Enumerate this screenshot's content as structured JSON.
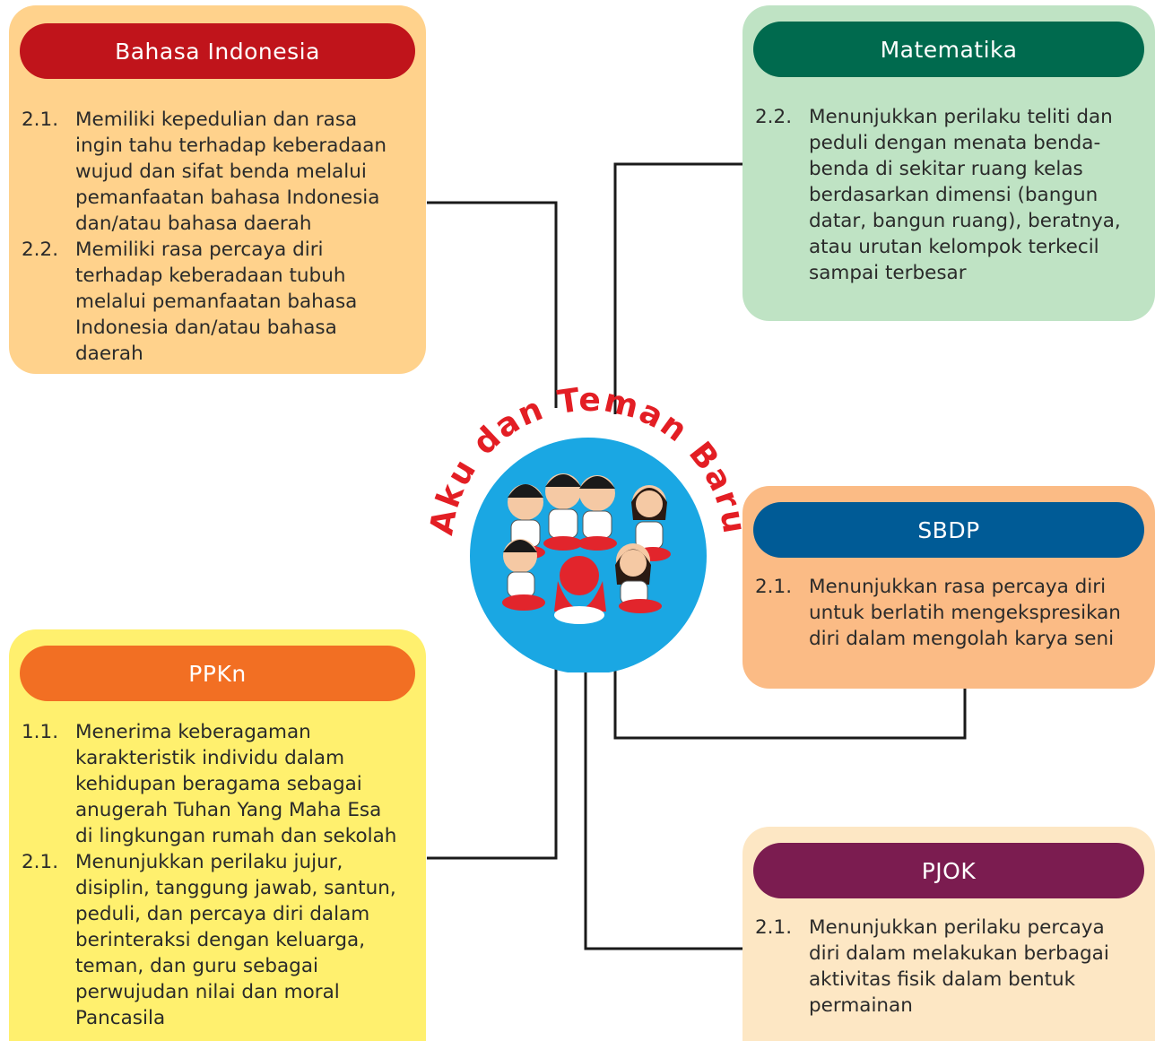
{
  "center": {
    "title": "Aku dan Teman Baru",
    "title_color": "#e31e24",
    "circle_color": "#1aa7e3"
  },
  "subjects": [
    {
      "id": "bahasa-indonesia",
      "title": "Bahasa Indonesia",
      "header_color": "#c0141b",
      "card_color": "#ffd28c",
      "items": [
        {
          "num": "2.1.",
          "text": "Memiliki kepedulian dan rasa\ningin tahu terhadap keberadaan\nwujud dan sifat benda melalui\npemanfaatan bahasa Indonesia\ndan/atau bahasa daerah"
        },
        {
          "num": "2.2.",
          "text": "Memiliki rasa percaya diri\nterhadap keberadaan tubuh\nmelalui pemanfaatan bahasa\nIndonesia dan/atau bahasa\ndaerah"
        }
      ]
    },
    {
      "id": "matematika",
      "title": "Matematika",
      "header_color": "#006a4e",
      "card_color": "#bfe3c4",
      "items": [
        {
          "num": "2.2.",
          "text": "Menunjukkan perilaku teliti dan\npeduli dengan menata benda-\nbenda di sekitar ruang kelas\nberdasarkan dimensi (bangun\ndatar, bangun ruang), beratnya,\natau urutan kelompok terkecil\nsampai terbesar"
        }
      ]
    },
    {
      "id": "sbdp",
      "title": "SBDP",
      "header_color": "#005b96",
      "card_color": "#fbbb85",
      "items": [
        {
          "num": "2.1.",
          "text": "Menunjukkan rasa percaya diri\nuntuk berlatih mengekspresikan\ndiri dalam mengolah karya seni"
        }
      ]
    },
    {
      "id": "ppkn",
      "title": "PPKn",
      "header_color": "#f26f23",
      "card_color": "#fff06e",
      "items": [
        {
          "num": "1.1.",
          "text": "Menerima keberagaman\nkarakteristik individu dalam\nkehidupan beragama sebagai\nanugerah Tuhan Yang Maha Esa\ndi lingkungan rumah dan sekolah"
        },
        {
          "num": "2.1.",
          "text": "Menunjukkan perilaku jujur,\ndisiplin, tanggung jawab, santun,\npeduli, dan percaya diri  dalam\nberinteraksi dengan keluarga,\nteman, dan guru sebagai\nperwujudan nilai dan moral\nPancasila"
        }
      ]
    },
    {
      "id": "pjok",
      "title": "PJOK",
      "header_color": "#7b1c50",
      "card_color": "#fde7c4",
      "items": [
        {
          "num": "2.1.",
          "text": "Menunjukkan perilaku percaya\ndiri dalam melakukan berbagai\naktivitas fisik dalam bentuk\npermainan"
        }
      ]
    }
  ]
}
